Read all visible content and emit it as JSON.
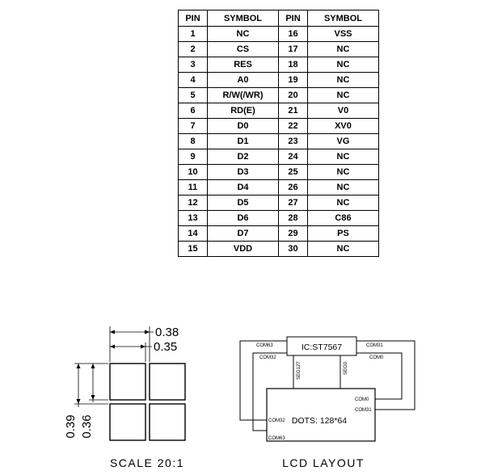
{
  "pin_table": {
    "headers": [
      "PIN",
      "SYMBOL",
      "PIN",
      "SYMBOL"
    ],
    "rows": [
      [
        "1",
        "NC",
        "16",
        "VSS"
      ],
      [
        "2",
        "CS",
        "17",
        "NC"
      ],
      [
        "3",
        "RES",
        "18",
        "NC"
      ],
      [
        "4",
        "A0",
        "19",
        "NC"
      ],
      [
        "5",
        "R/W(/WR)",
        "20",
        "NC"
      ],
      [
        "6",
        "RD(E)",
        "21",
        "V0"
      ],
      [
        "7",
        "D0",
        "22",
        "XV0"
      ],
      [
        "8",
        "D1",
        "23",
        "VG"
      ],
      [
        "9",
        "D2",
        "24",
        "NC"
      ],
      [
        "10",
        "D3",
        "25",
        "NC"
      ],
      [
        "11",
        "D4",
        "26",
        "NC"
      ],
      [
        "12",
        "D5",
        "27",
        "NC"
      ],
      [
        "13",
        "D6",
        "28",
        "C86"
      ],
      [
        "14",
        "D7",
        "29",
        "PS"
      ],
      [
        "15",
        "VDD",
        "30",
        "NC"
      ]
    ]
  },
  "scale_diagram": {
    "dim_pitch_h": "0.38",
    "dim_size_h": "0.35",
    "dim_pitch_v": "0.39",
    "dim_size_v": "0.36",
    "caption": "SCALE 20:1"
  },
  "lcd_layout": {
    "ic_label": "IC:ST7567",
    "dots_label": "DOTS: 128*64",
    "com63_top": "COM63",
    "com32_top": "COM32",
    "com31_top": "COM31",
    "com0_top": "COM0",
    "seg127": "SEG127",
    "seg0": "SEG0",
    "com0_panel": "COM0",
    "com31_panel": "COM31",
    "com32_panel": "COM32",
    "com63_panel": "COM63",
    "caption": "LCD LAYOUT"
  }
}
